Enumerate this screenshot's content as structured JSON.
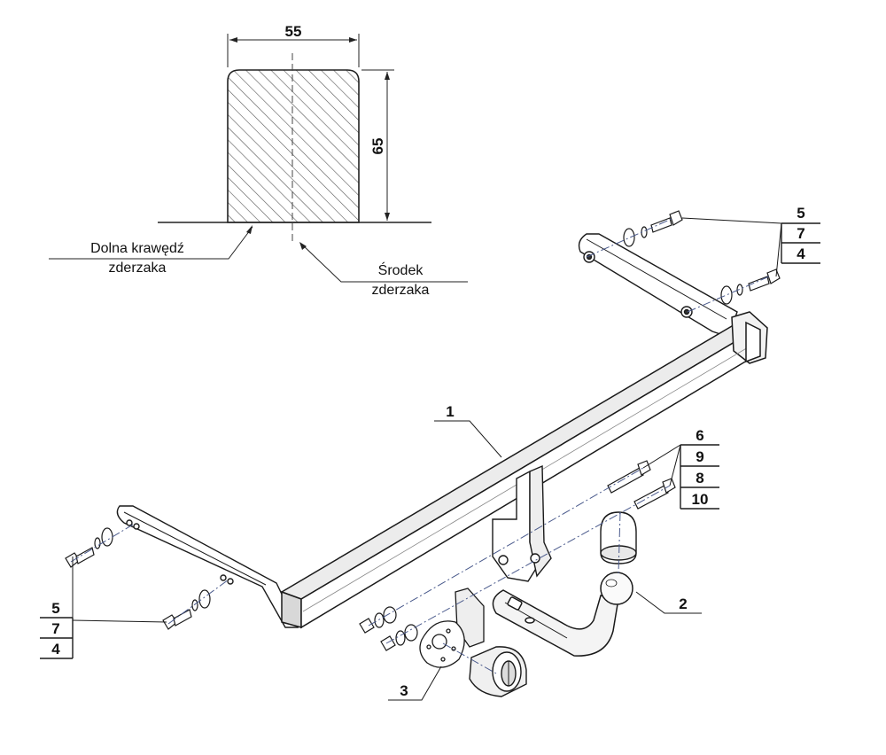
{
  "cross_section": {
    "width_label": "55",
    "height_label": "65",
    "bottom_edge_line1": "Dolna krawędź",
    "bottom_edge_line2": "zderzaka",
    "center_line1": "Środek",
    "center_line2": "zderzaka"
  },
  "parts": {
    "main_bar": "1",
    "ball_arm": "2",
    "socket_plate": "3"
  },
  "fastener_tables": {
    "top_right": [
      "5",
      "7",
      "4"
    ],
    "left": [
      "5",
      "7",
      "4"
    ],
    "mid_right": [
      "6",
      "9",
      "8",
      "10"
    ]
  },
  "colors": {
    "line": "#1a1a1a",
    "fill": "#ffffff",
    "shade": "#e6e6e6",
    "hatch": "#555555",
    "centerline": "#4a5a8c"
  }
}
